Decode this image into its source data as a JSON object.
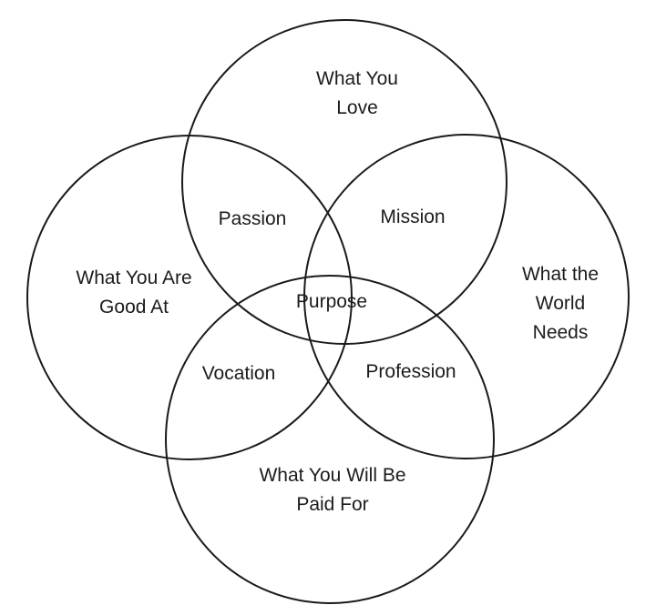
{
  "diagram": {
    "circles": [
      {
        "id": "love",
        "label": "What You\nLove"
      },
      {
        "id": "good",
        "label": "What You Are\nGood At"
      },
      {
        "id": "needs",
        "label": "What the\nWorld\nNeeds"
      },
      {
        "id": "paid",
        "label": "What You Will Be\nPaid For"
      }
    ],
    "intersections": {
      "passion": "Passion",
      "mission": "Mission",
      "vocation": "Vocation",
      "profession": "Profession",
      "purpose": "Purpose"
    },
    "colors": {
      "stroke": "#1a1a1a",
      "text": "#1c1c1c",
      "background": "#ffffff"
    }
  }
}
